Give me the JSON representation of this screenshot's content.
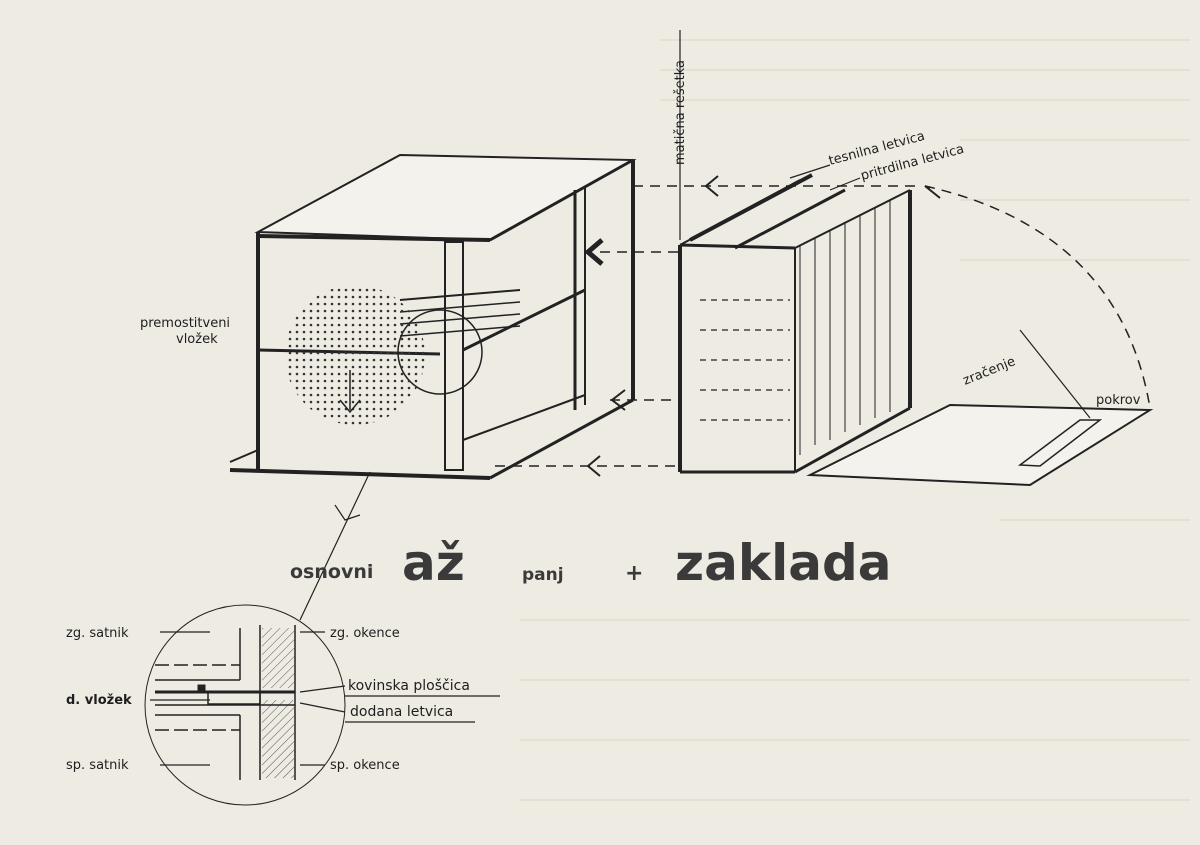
{
  "labels": {
    "maticna_resetka": "matična rešetka",
    "tesnilna_letvica": "tesnilna letvica",
    "pritrdilna_letvica": "pritrdilna letvica",
    "premostitveni": "premostitveni",
    "vlozek": "vložek",
    "zracenje": "zračenje",
    "pokrov": "pokrov"
  },
  "title": {
    "osnovni": "osnovni",
    "az": "až",
    "panj": "panj",
    "plus": "+",
    "zaklada": "zaklada"
  },
  "detail": {
    "zg_satnik": "zg. satnik",
    "zg_okence": "zg. okence",
    "kovinska_ploscica": "kovinska ploščica",
    "d_vlozek": "d. vložek",
    "dodana_letvica": "dodana letvica",
    "sp_satnik": "sp. satnik",
    "sp_okence": "sp. okence"
  },
  "colors": {
    "paper": "#eeebe3",
    "ink": "#222222"
  }
}
